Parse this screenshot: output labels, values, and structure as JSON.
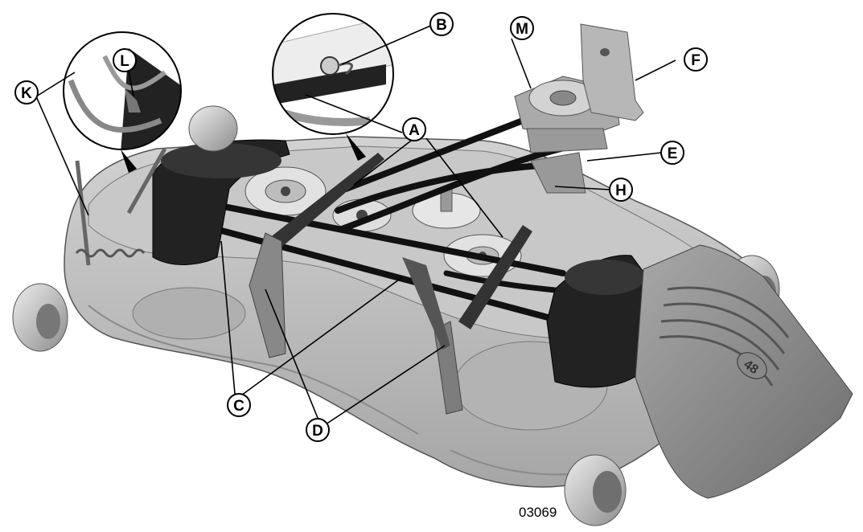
{
  "figure_number": "03069",
  "callouts": {
    "A": "A",
    "B": "B",
    "C": "C",
    "D": "D",
    "E": "E",
    "F": "F",
    "H": "H",
    "K": "K",
    "L": "L",
    "M": "M"
  },
  "colors": {
    "deck": "#bdbdbd",
    "deck_shadow": "#8f8f8f",
    "deck_dark": "#6e6e6e",
    "cover": "#1e1e1e",
    "belt": "#111111"
  }
}
